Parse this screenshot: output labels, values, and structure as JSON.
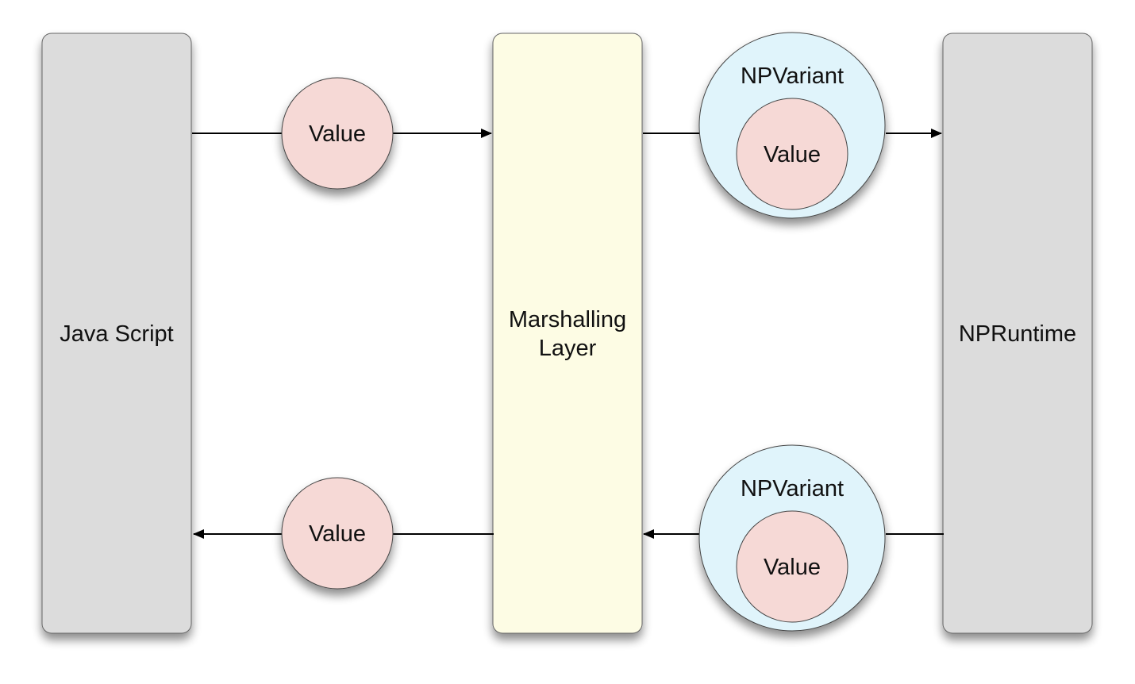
{
  "diagram": {
    "columns": {
      "javascript": {
        "label": "Java Script"
      },
      "marshalling": {
        "label_line1": "Marshalling",
        "label_line2": "Layer"
      },
      "npruntime": {
        "label": "NPRuntime"
      }
    },
    "top_flow": {
      "value_circle_label": "Value",
      "npvariant_label": "NPVariant",
      "npvariant_inner_label": "Value"
    },
    "bottom_flow": {
      "value_circle_label": "Value",
      "npvariant_label": "NPVariant",
      "npvariant_inner_label": "Value"
    },
    "colors": {
      "column_gray": "#dcdcdc",
      "column_yellow": "#fdfce4",
      "value_pink": "#f6d9d6",
      "npvariant_blue": "#e0f4fb",
      "stroke": "#444444",
      "arrow": "#000000"
    }
  }
}
